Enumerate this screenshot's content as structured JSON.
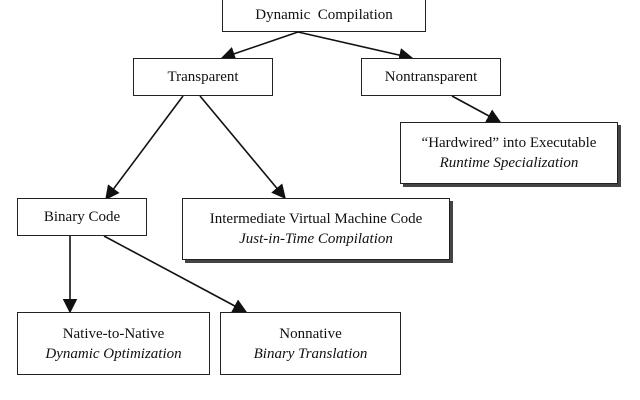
{
  "nodes": {
    "root": {
      "label": "Dynamic  Compilation"
    },
    "transparent": {
      "label": "Transparent"
    },
    "nontransparent": {
      "label": "Nontransparent"
    },
    "hardwired": {
      "label": "“Hardwired” into Executable",
      "sub": "Runtime Specialization"
    },
    "binary": {
      "label": "Binary Code"
    },
    "ivm": {
      "label": "Intermediate Virtual Machine Code",
      "sub": "Just-in-Time Compilation"
    },
    "native": {
      "label": "Native-to-Native",
      "sub": "Dynamic Optimization"
    },
    "nonnative": {
      "label": "Nonnative",
      "sub": "Binary Translation"
    }
  }
}
